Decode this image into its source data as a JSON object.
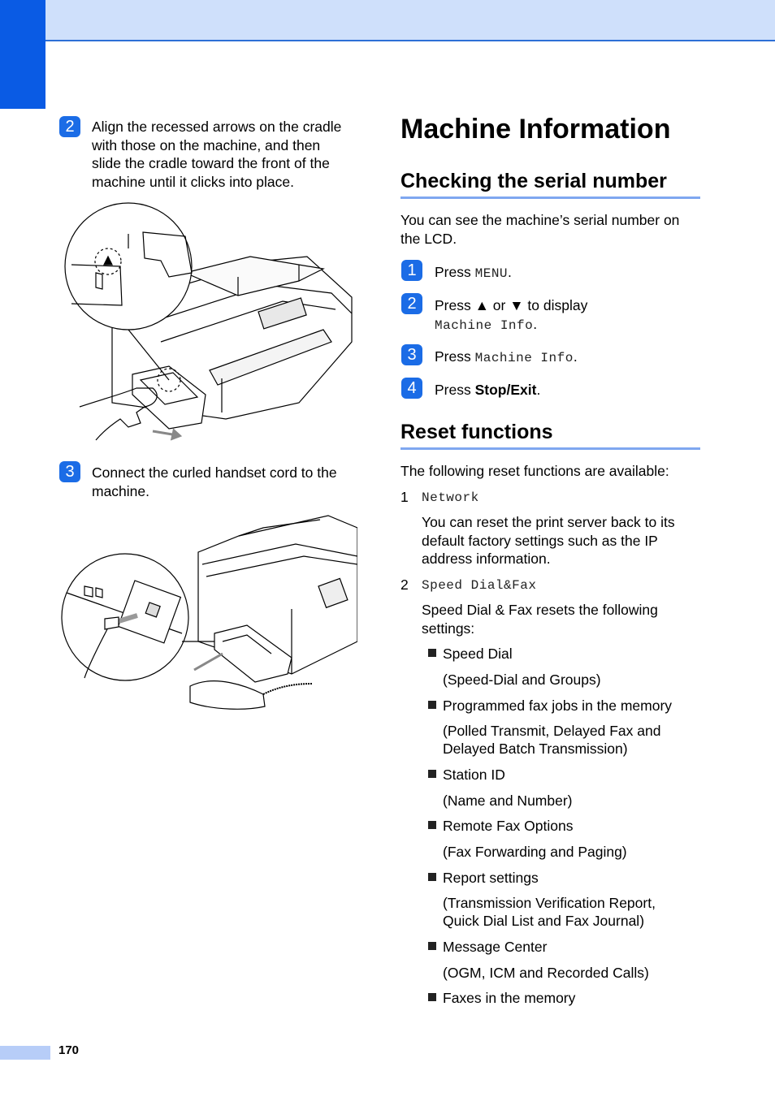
{
  "page": {
    "number": "170"
  },
  "left": {
    "step2": {
      "num": "2",
      "text": [
        "Align the recessed arrows on the cradle",
        "with those on the machine, and then",
        "slide the cradle toward the front of the",
        "machine until it clicks into place."
      ]
    },
    "step3": {
      "num": "3",
      "text": [
        "Connect the curled handset cord to the",
        "machine."
      ]
    }
  },
  "right": {
    "title": "Machine Information",
    "serial": {
      "heading": "Checking the serial number",
      "intro": [
        "You can see the machine’s serial number on",
        "the LCD."
      ],
      "steps": [
        {
          "num": "1",
          "pre": "Press ",
          "code": "MENU",
          "post": "."
        },
        {
          "num": "2",
          "pre": "Press ▲ or ▼ to display",
          "code": "Machine Info",
          "post": "."
        },
        {
          "num": "3",
          "pre": "Press ",
          "code": "Machine Info",
          "post": "."
        },
        {
          "num": "4",
          "pre": "Press ",
          "bold": "Stop/Exit",
          "post": "."
        }
      ]
    },
    "reset": {
      "heading": "Reset functions",
      "intro": "The following reset functions are available:",
      "items": [
        {
          "num": "1",
          "code": "Network",
          "desc": [
            "You can reset the print server back to its",
            "default factory settings such as the IP",
            "address information."
          ]
        },
        {
          "num": "2",
          "code": "Speed Dial&Fax",
          "desc": [
            "Speed Dial & Fax resets the following",
            "settings:"
          ]
        }
      ],
      "bullets": [
        {
          "label": "Speed Dial",
          "sub": [
            "(Speed-Dial and Groups)"
          ]
        },
        {
          "label": "Programmed fax jobs in the memory",
          "sub": [
            "(Polled Transmit, Delayed Fax and",
            "Delayed Batch Transmission)"
          ]
        },
        {
          "label": "Station ID",
          "sub": [
            "(Name and Number)"
          ]
        },
        {
          "label": "Remote Fax Options",
          "sub": [
            "(Fax Forwarding and Paging)"
          ]
        },
        {
          "label": "Report settings",
          "sub": [
            "(Transmission Verification Report,",
            "Quick Dial List and Fax Journal)"
          ]
        },
        {
          "label": "Message Center",
          "sub": [
            "(OGM, ICM and Recorded Calls)"
          ]
        },
        {
          "label": "Faxes in the memory",
          "sub": []
        }
      ]
    }
  },
  "colors": {
    "accent": "#1b6ce6",
    "tab": "#0a5be4",
    "band": "#cfe0fb",
    "rule": "#7fa7f0"
  }
}
